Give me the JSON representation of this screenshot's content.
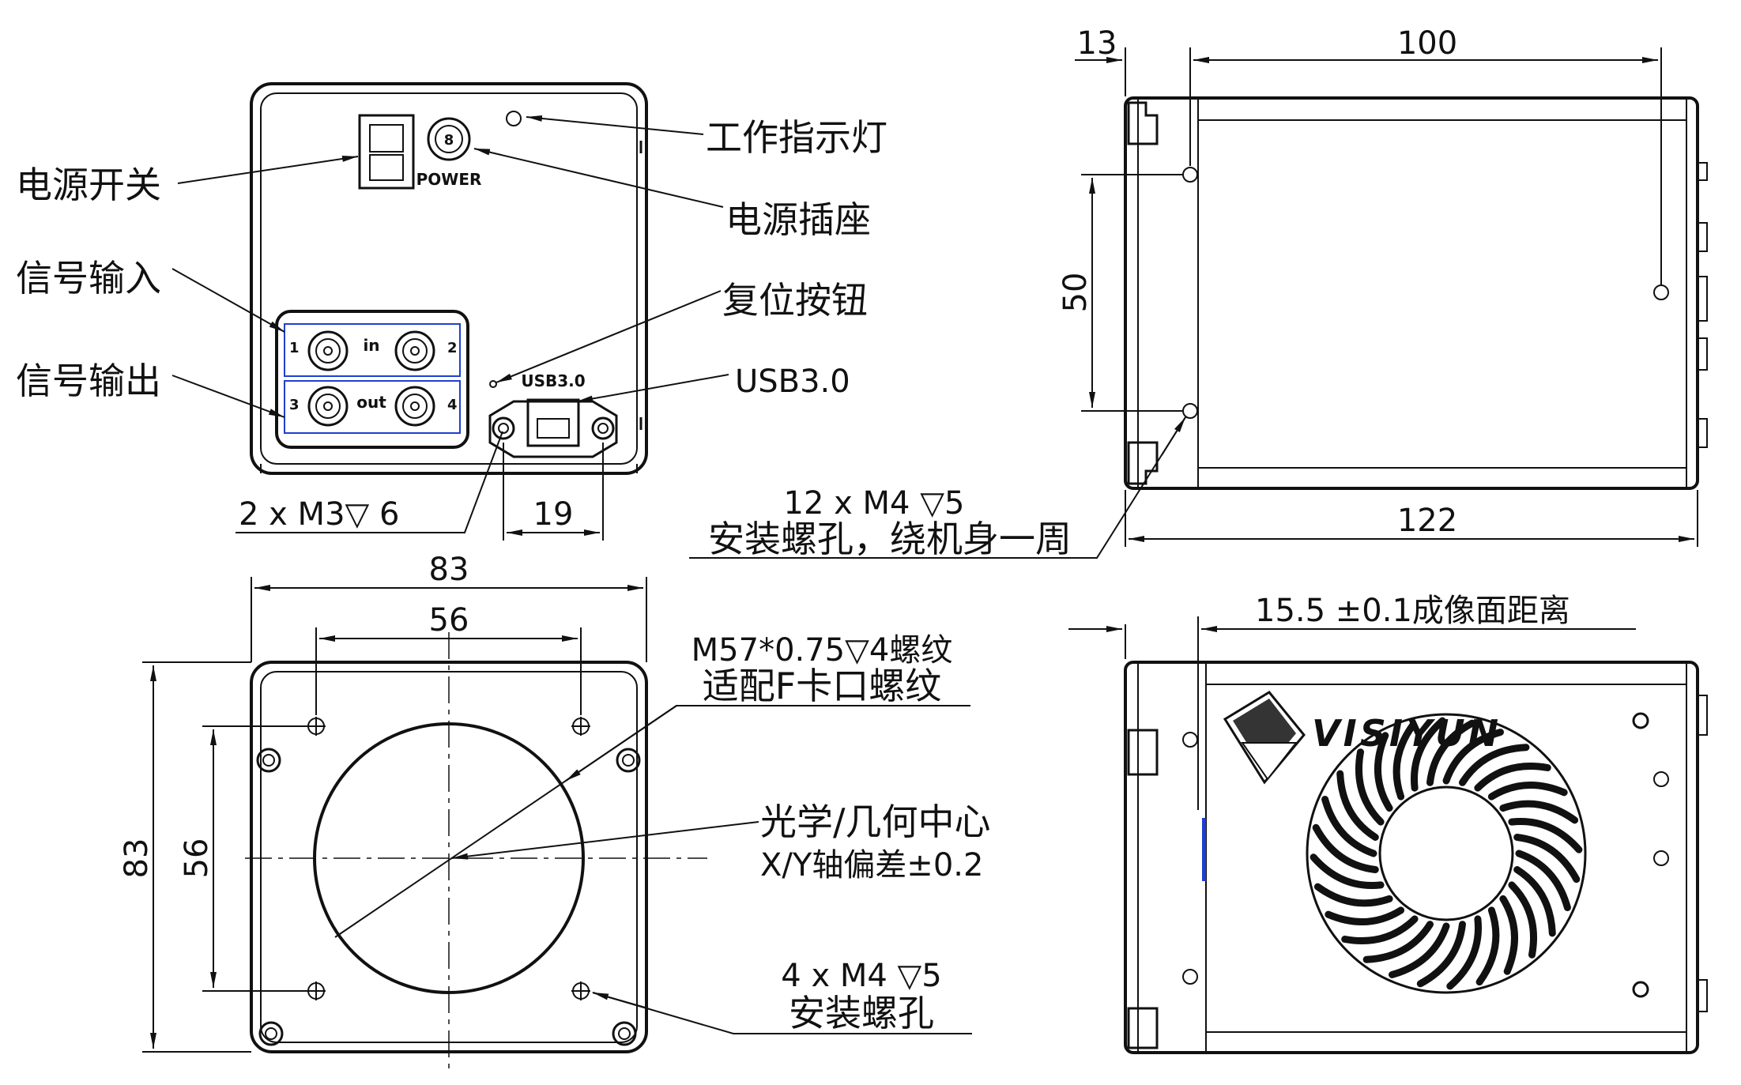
{
  "labels": {
    "power_switch": "电源开关",
    "signal_input": "信号输入",
    "signal_output": "信号输出",
    "work_indicator": "工作指示灯",
    "power_socket": "电源插座",
    "reset_button": "复位按钮",
    "usb": "USB3.0",
    "screw_m3": "2 x  M3▽ 6",
    "side_holes_line1": "12 x M4 ▽5",
    "side_holes_line2": "安装螺孔，绕机身一周",
    "thread_line1": "M57*0.75▽4螺纹",
    "thread_line2": "适配F卡口螺纹",
    "center_line1": "光学/几何中心",
    "center_line2": "X/Y轴偏差±0.2",
    "front_holes_line1": "4 x  M4  ▽5",
    "front_holes_line2": "安装螺孔",
    "flange": "15.5 ±0.1成像面距离"
  },
  "dimensions": {
    "usb_pitch": "19",
    "front_width": "83",
    "front_hole_pitch_x": "56",
    "front_height": "83",
    "front_hole_pitch_y": "56",
    "side_offset": "13",
    "side_hole_span": "100",
    "side_vertical": "50",
    "side_length": "122"
  },
  "panel_text": {
    "power": "POWER",
    "in": "in",
    "out": "out",
    "usb_small": "USB3.0",
    "port_1": "1",
    "port_2": "2",
    "port_3": "3",
    "port_4": "4",
    "socket_pin": "8"
  },
  "brand": "VISIYUN"
}
